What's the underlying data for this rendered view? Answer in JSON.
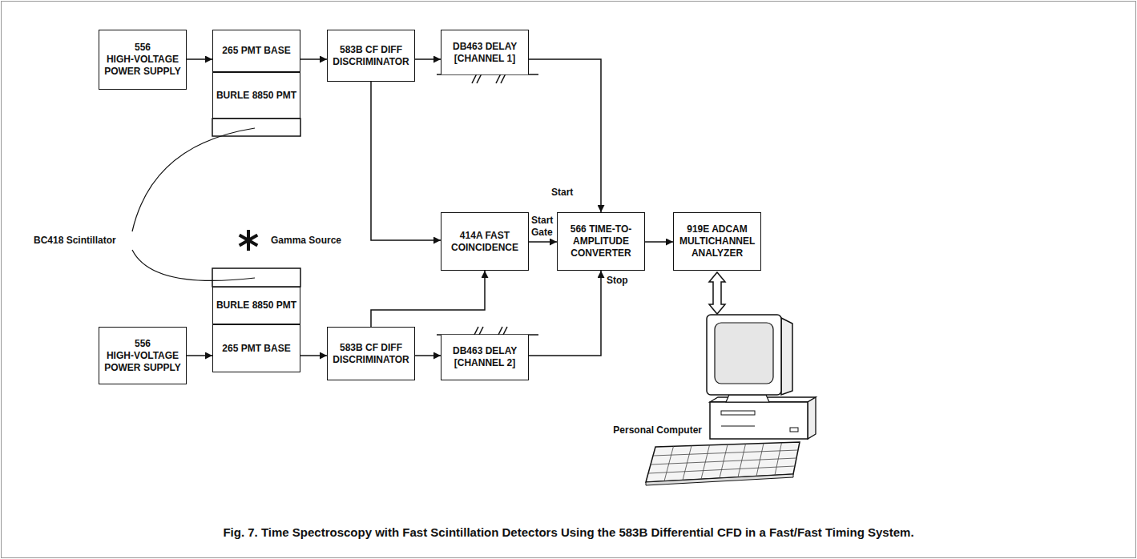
{
  "diagram": {
    "caption": "Fig. 7. Time Spectroscopy with Fast Scintillation Detectors Using the 583B Differential CFD in a Fast/Fast Timing System.",
    "nodes": [
      {
        "text": [
          "556 HIGH-VOLTAGE POWER SUPPLY"
        ]
      },
      {
        "text": [
          "265 PMT BASE"
        ]
      },
      {
        "text": [
          "BURLE 8850 PMT"
        ]
      },
      {
        "text": [
          "583B CF DIFF DISCRIMINATOR"
        ]
      },
      {
        "text": [
          "DB463 DELAY [CHANNEL 1]"
        ]
      },
      {
        "text": [
          "414A FAST COINCIDENCE"
        ]
      },
      {
        "text": [
          "566 TIME-TO-AMPLITUDE CONVERTER"
        ]
      },
      {
        "text": [
          "919E ADCAM MULTICHANNEL ANALYZER"
        ]
      },
      {
        "text": [
          "556 HIGH-VOLTAGE POWER SUPPLY"
        ]
      },
      {
        "text": [
          "BURLE 8850 PMT"
        ]
      },
      {
        "text": [
          "265 PMT BASE"
        ]
      },
      {
        "text": [
          "583B CF DIFF DISCRIMINATOR"
        ]
      },
      {
        "text": [
          "DB463 DELAY [CHANNEL 2]"
        ]
      },
      {
        "text": [
          "Personal Computer"
        ]
      }
    ],
    "edges": [
      {
        "from": 0,
        "to": 1,
        "arrow": "to"
      },
      {
        "from": 1,
        "to": 3,
        "arrow": "to"
      },
      {
        "from": 3,
        "to": 4,
        "arrow": "to"
      },
      {
        "from": 3,
        "to": 5,
        "arrow": "to"
      },
      {
        "from": 4,
        "to": 6,
        "arrow": "to",
        "label": "Start"
      },
      {
        "from": 5,
        "to": 6,
        "arrow": "to",
        "label": "Start Gate"
      },
      {
        "from": 6,
        "to": 7,
        "arrow": "to"
      },
      {
        "from": 8,
        "to": 10,
        "arrow": "to"
      },
      {
        "from": 10,
        "to": 11,
        "arrow": "to"
      },
      {
        "from": 11,
        "to": 12,
        "arrow": "to"
      },
      {
        "from": 11,
        "to": 5,
        "arrow": "to"
      },
      {
        "from": 12,
        "to": 6,
        "arrow": "to",
        "label": "Stop"
      },
      {
        "from": 7,
        "to": 13,
        "arrow": "both"
      }
    ],
    "labels": [
      "BC418 Scintillator",
      "Gamma Source"
    ]
  }
}
